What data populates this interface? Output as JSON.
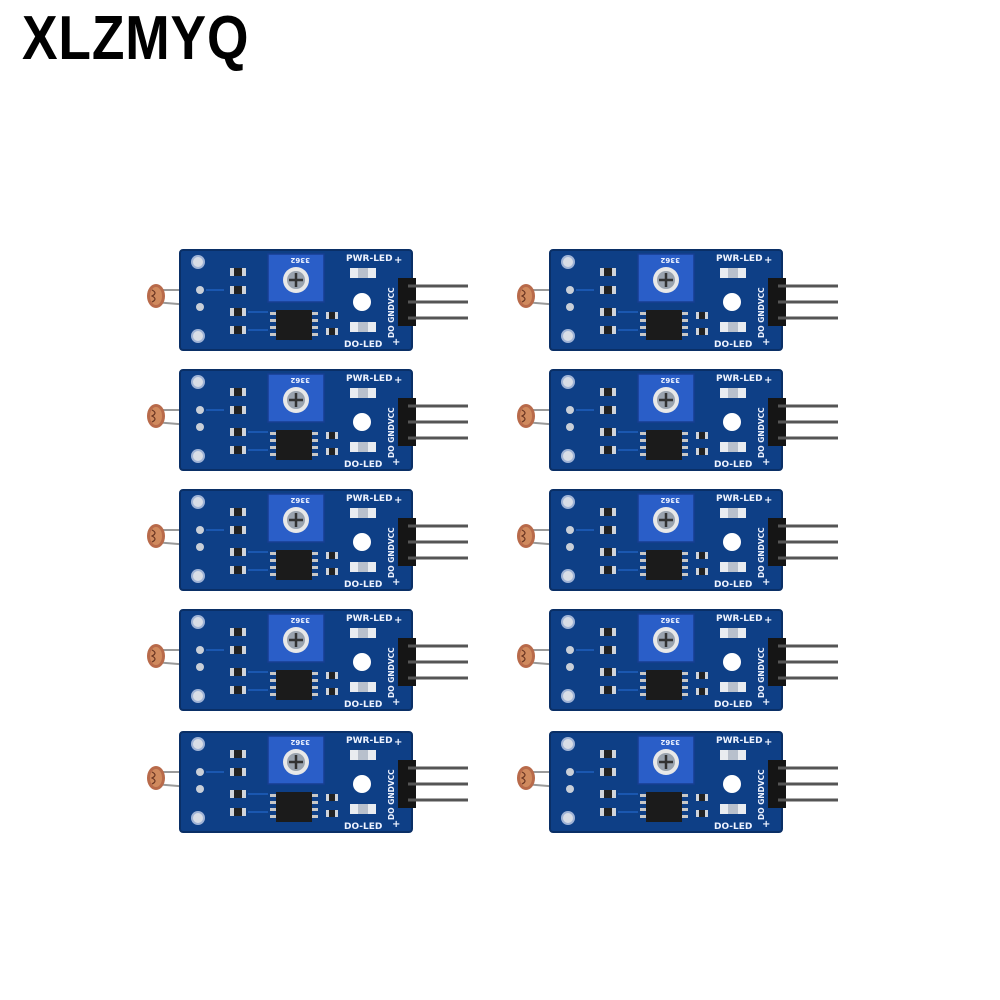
{
  "brand": {
    "name": "XLZMYQ"
  },
  "module_labels": {
    "pwr_led": "PWR-LED",
    "do_led": "DO-LED",
    "pins": "DO GNDVCC",
    "pot_code": "3362"
  },
  "colors": {
    "pcb": "#0e3f86",
    "pcb_dark": "#0a2f66",
    "pot": "#2a5ec8",
    "chip": "#1b1b1b",
    "pins": "#555555",
    "ldr": "#b86a4a"
  },
  "product": {
    "module_count": 10
  }
}
